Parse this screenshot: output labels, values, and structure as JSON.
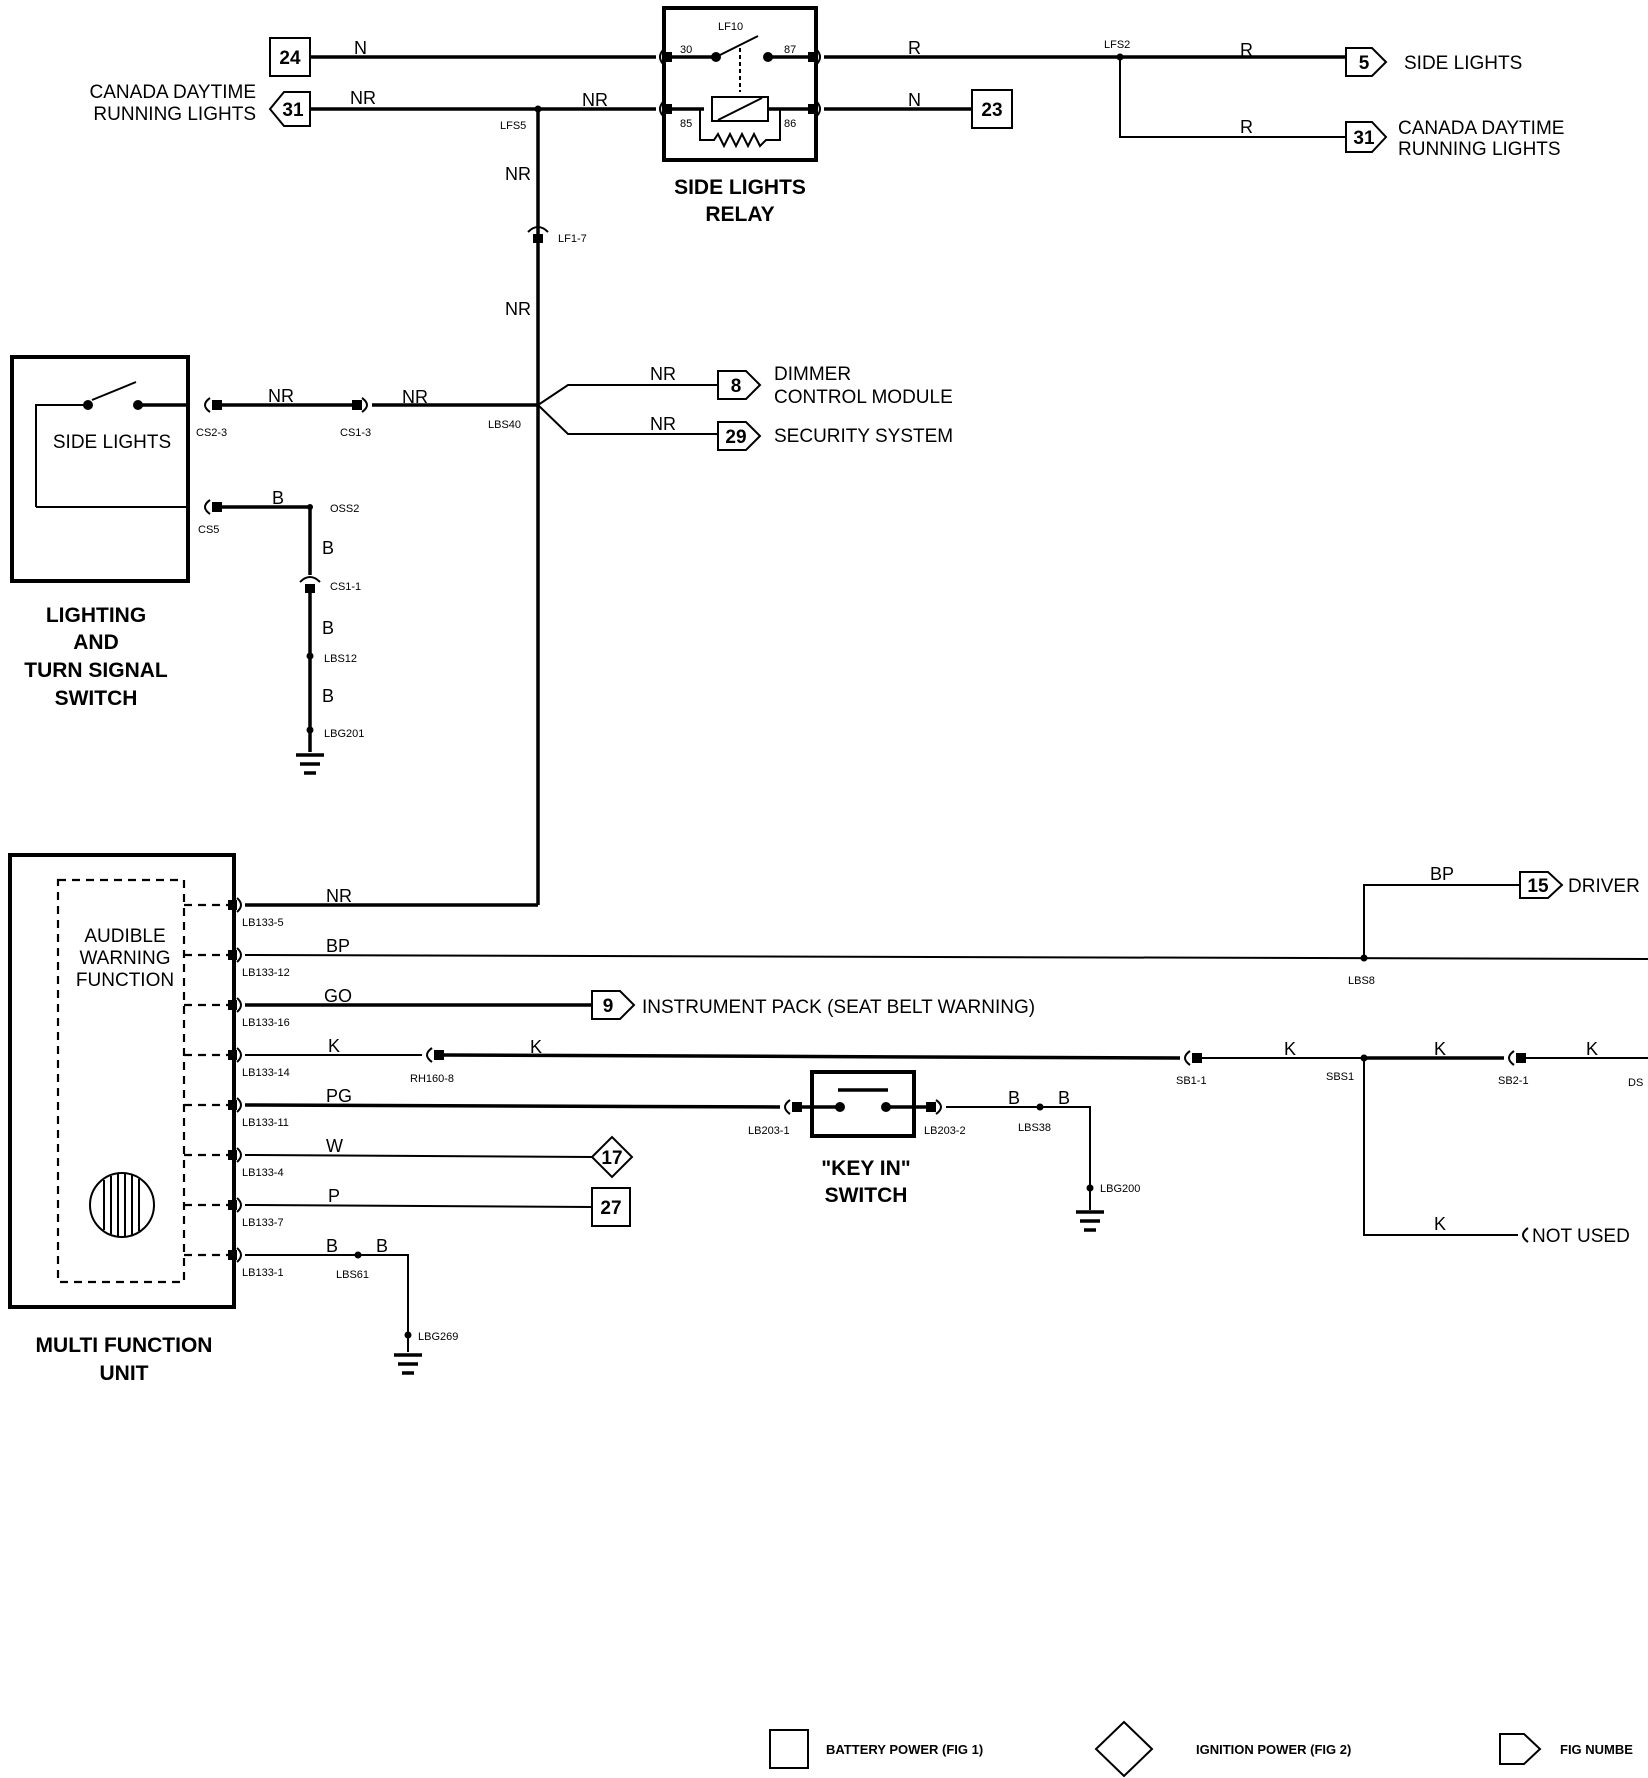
{
  "inputs_left": {
    "ref_24": "24",
    "canada_label_line1": "CANADA DAYTIME",
    "canada_label_line2": "RUNNING LIGHTS",
    "ref_31": "31"
  },
  "relay": {
    "name_line1": "SIDE LIGHTS",
    "name_line2": "RELAY",
    "connector": "LF10",
    "pin_30": "30",
    "pin_87": "87",
    "pin_85": "85",
    "pin_86": "86"
  },
  "splices": {
    "lfs5": "LFS5",
    "lf1_7": "LF1-7",
    "lfs2": "LFS2",
    "lbs40": "LBS40"
  },
  "outputs_right": {
    "ref_5": "5",
    "side_lights": "SIDE LIGHTS",
    "ref_31": "31",
    "canada_line1": "CANADA DAYTIME",
    "canada_line2": "RUNNING LIGHTS",
    "ref_23": "23"
  },
  "wires": {
    "n": "N",
    "nr": "NR",
    "r": "R",
    "b": "B",
    "bp": "BP",
    "go": "GO",
    "k": "K",
    "pg": "PG",
    "w": "W",
    "p": "P"
  },
  "lighting_switch": {
    "inner_label": "SIDE LIGHTS",
    "name_line1": "LIGHTING",
    "name_line2": "AND",
    "name_line3": "TURN SIGNAL",
    "name_line4": "SWITCH",
    "cs2_3": "CS2-3",
    "cs1_3": "CS1-3",
    "cs5": "CS5",
    "oss2": "OSS2",
    "cs1_1": "CS1-1",
    "lbs12": "LBS12",
    "lbg201": "LBG201"
  },
  "branches": {
    "ref_8": "8",
    "dimmer_line1": "DIMMER",
    "dimmer_line2": "CONTROL MODULE",
    "ref_29": "29",
    "security": "SECURITY SYSTEM"
  },
  "mfu": {
    "inner_line1": "AUDIBLE",
    "inner_line2": "WARNING",
    "inner_line3": "FUNCTION",
    "name_line1": "MULTI FUNCTION",
    "name_line2": "UNIT",
    "pins": [
      "LB133-5",
      "LB133-12",
      "LB133-16",
      "LB133-14",
      "LB133-11",
      "LB133-4",
      "LB133-7",
      "LB133-1"
    ],
    "lbs61": "LBS61",
    "lbg269": "LBG269"
  },
  "lower_right": {
    "ref_15": "15",
    "driver": "DRIVER",
    "lbs8": "LBS8",
    "ref_9": "9",
    "instrument_pack": "INSTRUMENT PACK (SEAT BELT WARNING)",
    "rh160_8": "RH160-8",
    "sb1_1": "SB1-1",
    "sbs1": "SBS1",
    "sb2_1": "SB2-1",
    "ds": "DS",
    "not_used": "NOT USED",
    "ref_17": "17",
    "ref_27": "27"
  },
  "key_in": {
    "name_line1": "\"KEY IN\"",
    "name_line2": "SWITCH",
    "lb203_1": "LB203-1",
    "lb203_2": "LB203-2",
    "lbs38": "LBS38",
    "lbg200": "LBG200"
  },
  "legend": {
    "battery": "BATTERY POWER (FIG 1)",
    "ignition": "IGNITION POWER (FIG 2)",
    "fig_number": "FIG NUMBE"
  }
}
